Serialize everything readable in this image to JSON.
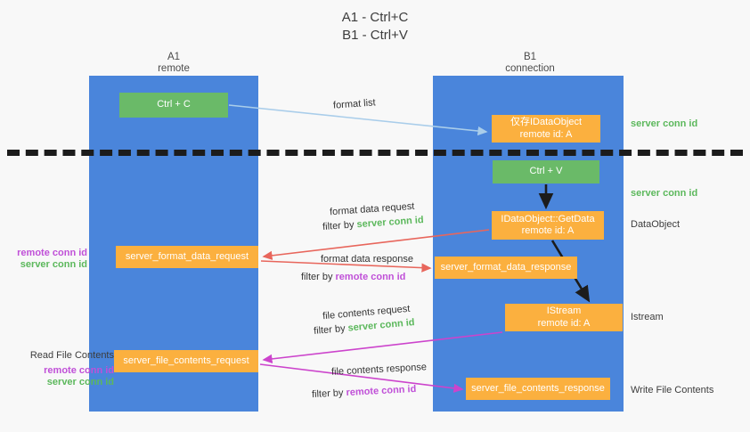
{
  "title": {
    "line1": "A1 - Ctrl+C",
    "line2": "B1 - Ctrl+V"
  },
  "columns": [
    {
      "name": "A1",
      "sub": "remote"
    },
    {
      "name": "B1",
      "sub": "connection"
    }
  ],
  "nodes": {
    "ctrl_c": {
      "label": "Ctrl + C",
      "color": "#6aba68"
    },
    "idataobject": {
      "line1": "仅存IDataObject",
      "line2": "remote id: A",
      "color": "#fbb03f"
    },
    "ctrl_v": {
      "label": "Ctrl + V",
      "color": "#6aba68"
    },
    "getdata": {
      "line1": "IDataObject::GetData",
      "line2": "remote id: A",
      "color": "#fbb03f"
    },
    "format_data_request": {
      "label": "server_format_data_request",
      "color": "#fbb03f"
    },
    "format_data_response": {
      "label": "server_format_data_response",
      "color": "#fbb03f"
    },
    "istream": {
      "line1": "IStream",
      "line2": "remote id: A",
      "color": "#fbb03f"
    },
    "file_contents_request": {
      "label": "server_file_contents_request",
      "color": "#fbb03f"
    },
    "file_contents_response": {
      "label": "server_file_contents_response",
      "color": "#fbb03f"
    }
  },
  "edge_labels": {
    "format_list": "format list",
    "format_data_request": "format data request",
    "format_data_request_filter_prefix": "filter by ",
    "format_data_request_filter_value": "server conn id",
    "format_data_response": "format data response",
    "format_data_response_filter_prefix": "filter by ",
    "format_data_response_filter_value": "remote conn id",
    "file_contents_request": "file contents request",
    "file_contents_request_filter_prefix": "filter by ",
    "file_contents_request_filter_value": "server conn id",
    "file_contents_response": "file contents response",
    "file_contents_response_filter_prefix": "filter by ",
    "file_contents_response_filter_value": "remote conn id"
  },
  "side_notes": {
    "server_conn_id_top": "server conn id",
    "server_conn_id_mid": "server conn id",
    "dataobject": "DataObject",
    "istream": "Istream",
    "write_file_contents": "Write File Contents"
  },
  "left_notes": {
    "mid_remote": "remote conn id",
    "mid_server": "server conn id",
    "read_file_contents": "Read File Contents",
    "bottom_remote": "remote conn id",
    "bottom_server": "server conn id"
  },
  "colors": {
    "lane_blue": "#4a85db",
    "green": "#6aba68",
    "orange": "#fbb03f",
    "conn_green": "#5cb85c",
    "conn_purple": "#c050d8",
    "red_arrow": "#e8665c",
    "magenta_arrow": "#cc44cc",
    "light_blue_arrow": "#a9cdea",
    "black_arrow": "#1c1c1c",
    "background": "#f8f8f8"
  }
}
